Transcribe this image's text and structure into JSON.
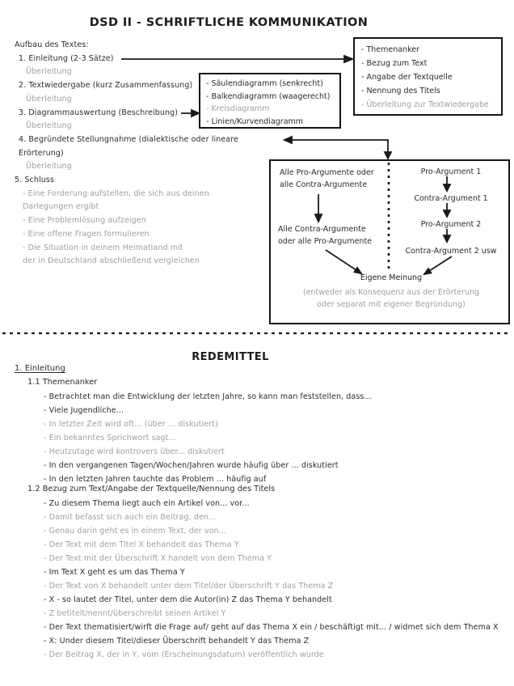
{
  "titles": {
    "top": "DSD II - SCHRIFTLICHE KOMMUNIKATION",
    "bottom": "REDEMITTEL"
  },
  "colors": {
    "ink": "#2b2b2b",
    "muted": "#9e9e9e",
    "border": "#141414"
  },
  "aufbau": {
    "lines": [
      {
        "text": "Aufbau des Textes:",
        "tone": "dark"
      },
      {
        "text": "1. Einleitung (2-3 Sätze)",
        "tone": "dark"
      },
      {
        "text": "Überleitung",
        "tone": "muted"
      },
      {
        "text": "2. Textwiedergabe (kurz Zusammenfassung)",
        "tone": "dark"
      },
      {
        "text": "Überleitung",
        "tone": "muted"
      },
      {
        "text": "3. Diagrammauswertung (Beschreibung)",
        "tone": "dark"
      },
      {
        "text": "Überleitung",
        "tone": "muted"
      },
      {
        "text": "4. Begründete Stellungnahme (dialektische oder lineare Erörterung)",
        "tone": "dark"
      },
      {
        "text": "Überleitung",
        "tone": "muted"
      },
      {
        "text": "5. Schluss",
        "tone": "dark"
      },
      {
        "text": "- Eine Forderung aufstellen, die sich aus deinen",
        "tone": "muted"
      },
      {
        "text": "Darlegungen ergibt",
        "tone": "muted"
      },
      {
        "text": "- Eine Problemlösung aufzeigen",
        "tone": "muted"
      },
      {
        "text": "- Eine offene Fragen formulieren",
        "tone": "muted"
      },
      {
        "text": "- Die Situation in deinem Heimatland mit",
        "tone": "muted"
      },
      {
        "text": "der in Deutschland abschließend vergleichen",
        "tone": "muted"
      }
    ]
  },
  "diagram_box": {
    "items": [
      {
        "text": "- Säulendiagramm (senkrecht)",
        "tone": "dark"
      },
      {
        "text": "- Balkendiagramm (waagerecht)",
        "tone": "dark"
      },
      {
        "text": "- Kreisdiagramm",
        "tone": "muted"
      },
      {
        "text": "- Linien/Kurvendiagramm",
        "tone": "dark"
      }
    ]
  },
  "einleitung_box": {
    "items": [
      {
        "text": "- Themenanker",
        "tone": "dark"
      },
      {
        "text": "- Bezug zum Text",
        "tone": "dark"
      },
      {
        "text": "- Angabe der Textquelle",
        "tone": "dark"
      },
      {
        "text": "- Nennung des Titels",
        "tone": "dark"
      },
      {
        "text": "- Überleitung zur Textwiedergabe",
        "tone": "muted"
      }
    ]
  },
  "eroerterung_box": {
    "left_top_1": "Alle Pro-Argumente oder",
    "left_top_2": "alle Contra-Argumente",
    "left_bottom_1": "Alle Contra-Argumente",
    "left_bottom_2": "oder alle Pro-Argumente",
    "right_items": [
      "Pro-Argument 1",
      "Contra-Argument 1",
      "Pro-Argument 2",
      "Contra-Argument 2 usw"
    ],
    "conclusion": "Eigene Meinung",
    "conclusion_note_1": "(entweder als Konsequenz aus der Erörterung",
    "conclusion_note_2": "oder separat mit eigener Begründung)"
  },
  "redemittel": {
    "section_1": "1. Einleitung",
    "sub_1": {
      "label": "1.1 Themenanker",
      "items": [
        {
          "text": "- Betrachtet man die Entwicklung der letzten Jahre, so kann man feststellen, dass...",
          "tone": "dark"
        },
        {
          "text": "- Viele Jugendliche...",
          "tone": "dark"
        },
        {
          "text": "- In letzter Zeit wird oft... (über ... diskutiert)",
          "tone": "muted"
        },
        {
          "text": "- Ein bekanntes Sprichwort sagt...",
          "tone": "muted"
        },
        {
          "text": "- Heutzutage wird kontrovers über... diskutiert",
          "tone": "muted"
        },
        {
          "text": "- In den vergangenen Tagen/Wochen/Jahren wurde häufig über ... diskutiert",
          "tone": "dark"
        },
        {
          "text": "- In den letzten Jahren tauchte das Problem ... häufig auf",
          "tone": "dark"
        }
      ]
    },
    "sub_2": {
      "label": "1.2 Bezug zum Text/Angabe der Textquelle/Nennung des Titels",
      "items": [
        {
          "text": "- Zu diesem Thema liegt auch ein Artikel von... vor...",
          "tone": "dark"
        },
        {
          "text": "- Damit befasst sich auch ein Beitrag, den...",
          "tone": "muted"
        },
        {
          "text": "- Genau darin geht es in einem Text, der von...",
          "tone": "muted"
        },
        {
          "text": "- Der Text mit dem Titel X behandelt das Thema Y",
          "tone": "muted"
        },
        {
          "text": "- Der Text mit der Überschrift X handelt von dem Thema Y",
          "tone": "muted"
        },
        {
          "text": "- Im Text X geht es um das Thema Y",
          "tone": "dark"
        },
        {
          "text": "- Der Text von X behandelt unter dem Titel/der Überschrift Y das Thema Z",
          "tone": "muted"
        },
        {
          "text": "- X - so lautet der Titel, unter dem die Autor(in) Z das Thema Y behandelt",
          "tone": "dark"
        },
        {
          "text": "- Z betitelt/nennt/überschreibt seinen Artikel Y",
          "tone": "muted"
        },
        {
          "text": "- Der Text thematisiert/wirft die Frage auf/ geht auf das Thema X ein / beschäftigt mit... / widmet sich dem Thema X",
          "tone": "dark"
        },
        {
          "text": "- X: Under diesem Titel/dieser Überschrift behandelt Y das Thema Z",
          "tone": "dark"
        },
        {
          "text": "- Der Beitrag X, der in Y, vom (Erscheinungsdatum) veröffentlich wurde",
          "tone": "muted"
        }
      ]
    }
  }
}
